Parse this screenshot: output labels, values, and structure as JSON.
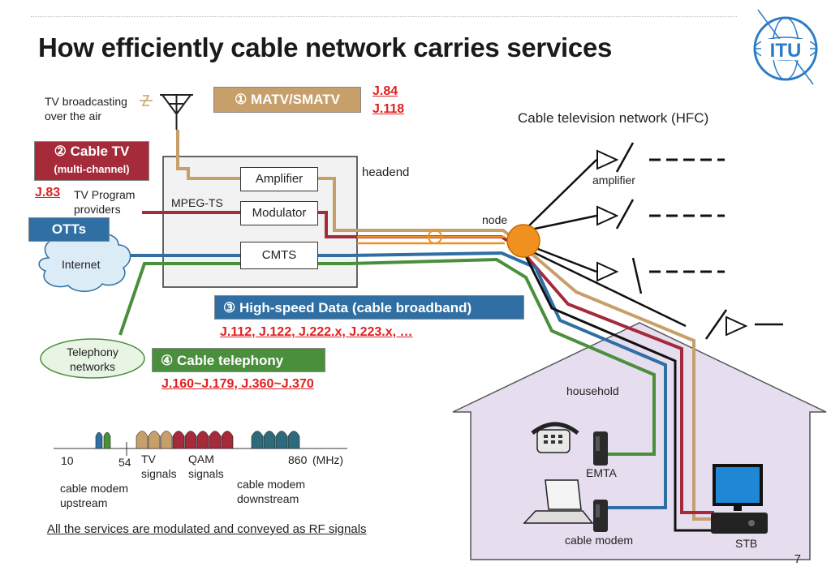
{
  "slide": {
    "title": "How efficiently cable network carries services",
    "page_number": "7",
    "bottom_note": "All the services are modulated and conveyed as RF signals",
    "logo_text": "ITU"
  },
  "services": {
    "matv": {
      "label": "① MATV/SMATV",
      "refs": [
        "J.84",
        "J.118"
      ],
      "color": "#c79f6a"
    },
    "cable_tv": {
      "label": "② Cable TV",
      "sub": "(multi-channel)",
      "ref": "J.83",
      "color": "#a52a3a"
    },
    "otts": {
      "label": "OTTs",
      "color": "#2f6fa3"
    },
    "broadband": {
      "label": "③ High-speed Data (cable broadband)",
      "refs": "J.112, J.122, J.222.x, J.223.x, …",
      "color": "#2f6fa3"
    },
    "telephony": {
      "label": "④ Cable telephony",
      "refs": "J.160~J.179, J.360~J.370",
      "color": "#4a8f3c"
    }
  },
  "sources": {
    "tv_broadcasting": [
      "TV broadcasting",
      "over the air"
    ],
    "tv_program_providers": [
      "TV Program",
      "providers"
    ],
    "internet": "Internet",
    "telephony_networks": [
      "Telephony",
      "networks"
    ]
  },
  "headend": {
    "label": "headend",
    "mpeg_ts": "MPEG-TS",
    "amplifier": "Amplifier",
    "modulator": "Modulator",
    "cmts": "CMTS"
  },
  "network": {
    "title": "Cable television network (HFC)",
    "amplifier_label": "amplifier",
    "node_label": "node"
  },
  "household": {
    "label": "household",
    "emta": "EMTA",
    "cable_modem": "cable modem",
    "stb": "STB"
  },
  "spectrum": {
    "ticks": [
      "10",
      "54",
      "860"
    ],
    "unit": "(MHz)",
    "tv_signals": [
      "TV",
      "signals"
    ],
    "qam_signals": [
      "QAM",
      "signals"
    ],
    "upstream": [
      "cable modem",
      "upstream"
    ],
    "downstream": [
      "cable modem",
      "downstream"
    ]
  },
  "colors": {
    "tan": "#c79f6a",
    "crimson": "#a52a3a",
    "blue": "#2f6fa3",
    "green": "#4a8f3c",
    "teal": "#2e6b7a",
    "node_orange": "#f0901e",
    "house_fill": "#e6ddee"
  }
}
